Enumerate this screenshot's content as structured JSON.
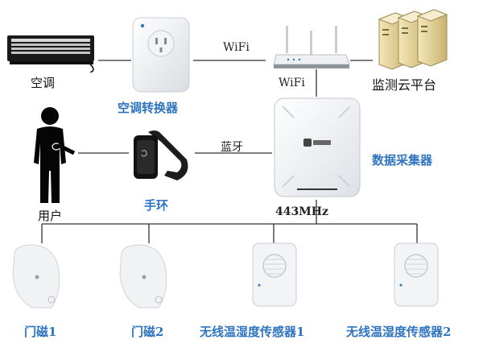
{
  "nodes": {
    "ac": "空调",
    "ac_converter": "空调转换器",
    "router_link": "WiFi",
    "router_up": "WiFi",
    "cloud": "监测云平台",
    "user": "用户",
    "band": "手环",
    "bluetooth": "蓝牙",
    "collector": "数据采集器",
    "rf": "443MHz",
    "door1": "门磁1",
    "door2": "门磁2",
    "sensor1": "无线温湿度传感器1",
    "sensor2": "无线温湿度传感器2"
  }
}
